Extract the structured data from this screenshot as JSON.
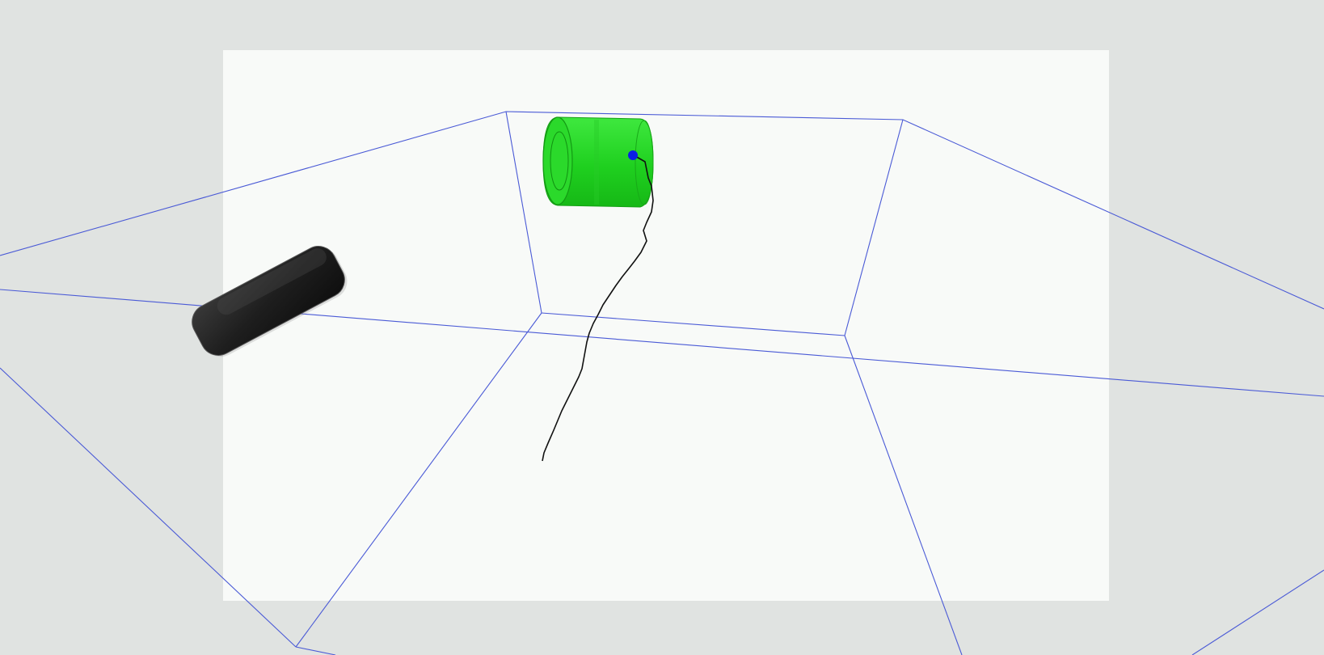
{
  "scene": {
    "background_color": "#e0e3e1",
    "panel_color": "#f8faf8",
    "wireframe_color": "#4a5ad6",
    "trajectory_color": "#111111",
    "marker_color": "#0a1ee6",
    "cylinder_color": "#22dd22",
    "block_color": "#1c1c1c"
  },
  "objects": [
    {
      "name": "green-cylinder",
      "shape": "cylinder"
    },
    {
      "name": "dark-block",
      "shape": "rounded-box"
    },
    {
      "name": "trajectory",
      "shape": "polyline"
    },
    {
      "name": "tracking-marker",
      "shape": "sphere"
    }
  ]
}
